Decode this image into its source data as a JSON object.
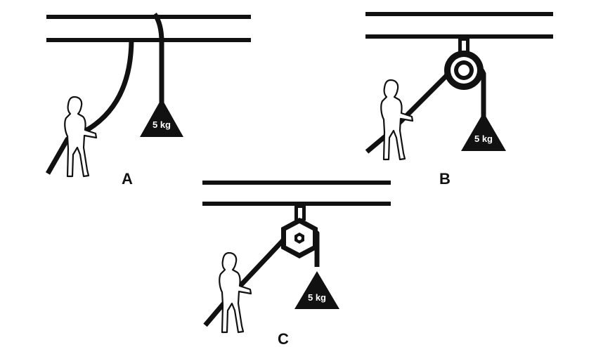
{
  "panels": [
    {
      "id": "A",
      "label": "A",
      "weight_label": "5 kg",
      "attachment": "rope over beam (no pulley)"
    },
    {
      "id": "B",
      "label": "B",
      "weight_label": "5 kg",
      "attachment": "round pulley"
    },
    {
      "id": "C",
      "label": "C",
      "weight_label": "5 kg",
      "attachment": "hexagonal pulley"
    }
  ],
  "colors": {
    "ink": "#111111",
    "background": "#ffffff"
  }
}
